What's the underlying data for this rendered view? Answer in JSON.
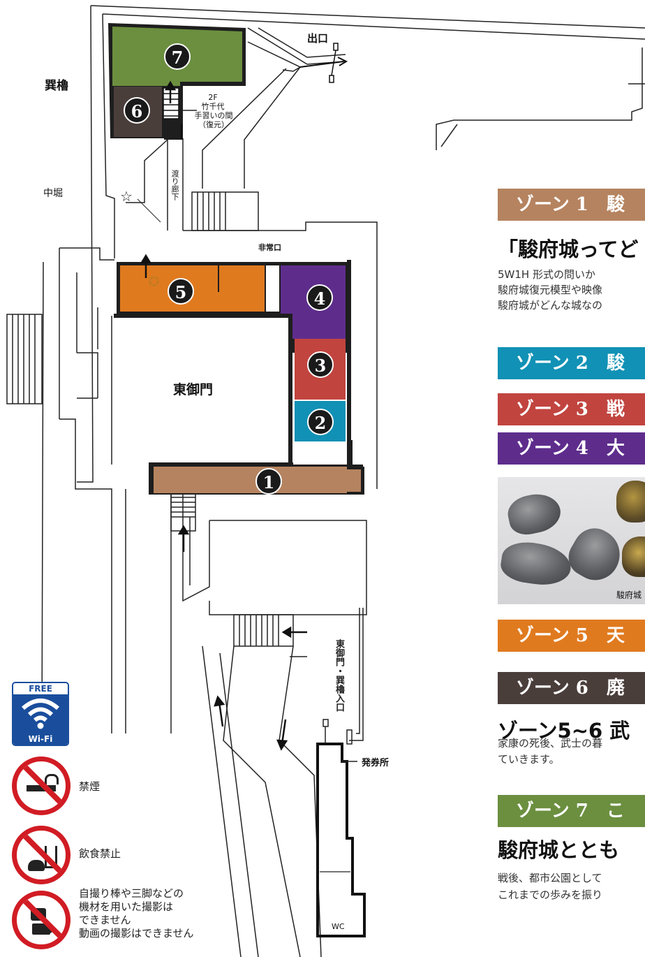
{
  "map_labels": {
    "tatsumi_yagura": "巽櫓",
    "nakabori": "中堀",
    "exit": "出口",
    "emergency_exit": "非常口",
    "higashi_gomon": "東御門",
    "watari_roka": "渡り廊下",
    "floor_2f": "2F",
    "takechiyo_room_1": "竹千代",
    "takechiyo_room_2": "手習いの間",
    "takechiyo_room_3": "（復元）",
    "entrance": "東御門・巽櫓入口",
    "ticket_office": "発券所",
    "wc": "WC"
  },
  "zone_markers": [
    {
      "number": "1",
      "color": "#b5835f"
    },
    {
      "number": "2",
      "color": "#1191b5"
    },
    {
      "number": "3",
      "color": "#c1443f"
    },
    {
      "number": "4",
      "color": "#5e2d8c"
    },
    {
      "number": "5",
      "color": "#e07a1f"
    },
    {
      "number": "6",
      "color": "#4a3e3b"
    },
    {
      "number": "7",
      "color": "#6b8f3f"
    }
  ],
  "zones_panel": {
    "zone1_banner": "ゾーン 1　駿",
    "zone1_heading": "「駿府城ってど",
    "zone1_text": [
      "5W1H 形式の問いか",
      "駿府城復元模型や映像",
      "駿府城がどんな城なの"
    ],
    "zone2_banner": "ゾーン 2　駿",
    "zone3_banner": "ゾーン 3　戦",
    "zone4_banner": "ゾーン 4　大",
    "photo_caption": "駿府城",
    "zone5_banner": "ゾーン 5　天",
    "zone6_banner": "ゾーン 6　廃",
    "zone56_heading": "ゾーン5~6 武",
    "zone56_text": [
      "家康の死後、武士の暮",
      "ていきます。"
    ],
    "zone7_banner": "ゾーン 7　こ",
    "zone7_heading": "駿府城ととも",
    "zone7_text": [
      "戦後、都市公園として",
      "これまでの歩みを振り"
    ]
  },
  "notices": {
    "wifi_free": "FREE",
    "wifi_label": "Wi-Fi",
    "no_smoking": "禁煙",
    "no_food": "飲食禁止",
    "no_filming": [
      "自撮り棒や三脚などの",
      "機材を用いた撮影は",
      "できません",
      "動画の撮影はできません"
    ]
  }
}
